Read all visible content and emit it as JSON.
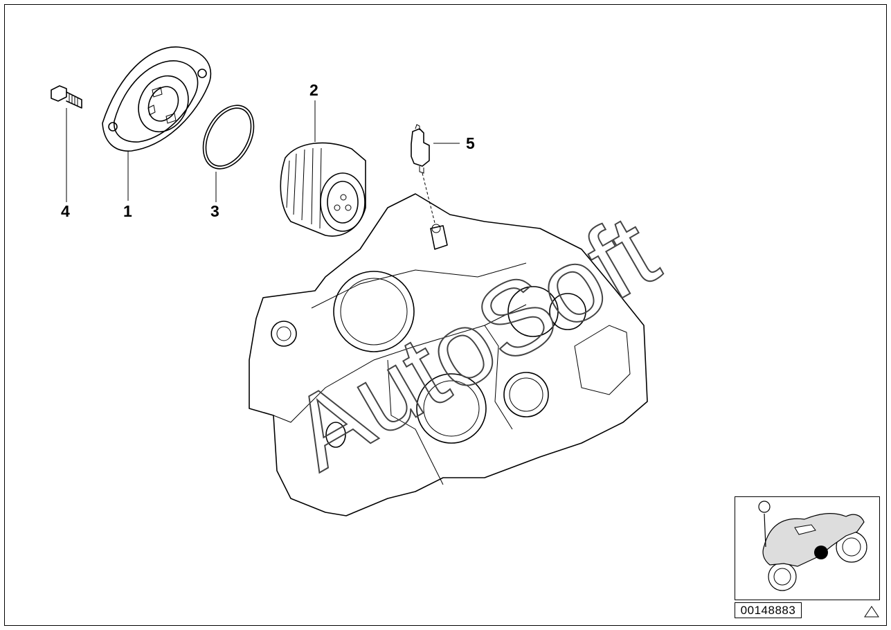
{
  "diagram": {
    "callouts": [
      {
        "id": "1",
        "label": "1"
      },
      {
        "id": "2",
        "label": "2"
      },
      {
        "id": "3",
        "label": "3"
      },
      {
        "id": "4",
        "label": "4"
      },
      {
        "id": "5",
        "label": "5"
      }
    ],
    "watermark": "AutoSoft",
    "diagram_code": "00148883",
    "icons": {
      "corner_mark": "warning-triangle-icon",
      "thumbnail": "motorcycle-location-icon"
    }
  }
}
